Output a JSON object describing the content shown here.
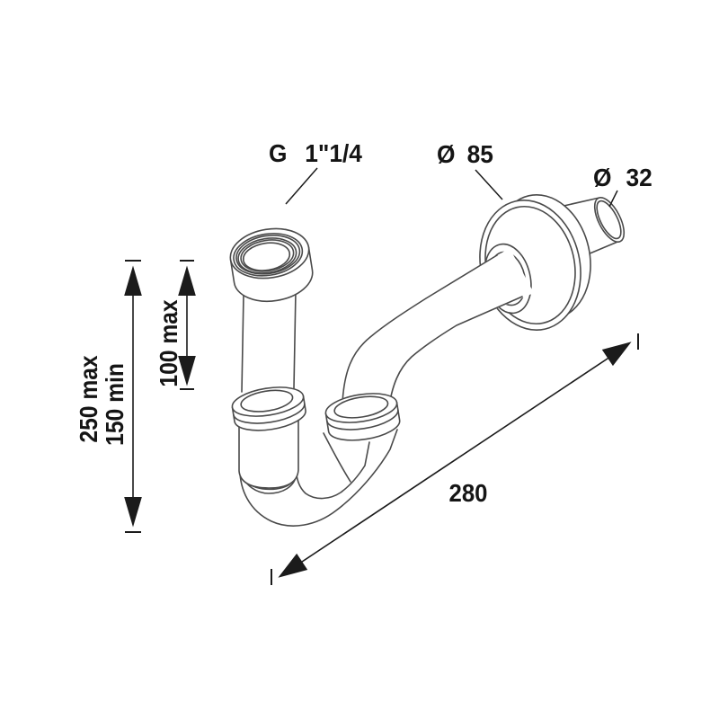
{
  "drawing": {
    "description": "Technical dimension drawing of a P-trap tube siphon for washbasin",
    "line_color": "#4a4a4a",
    "dimension_color": "#1b1b1b",
    "labels": {
      "thread": {
        "prefix": "G",
        "value": "1\"1/4"
      },
      "flange": {
        "symbol": "Ø",
        "value": "85"
      },
      "outlet": {
        "symbol": "Ø",
        "value": "32"
      },
      "height_max": "250 max",
      "height_min": "150 min",
      "depth_max": "100 max",
      "length": "280"
    }
  }
}
